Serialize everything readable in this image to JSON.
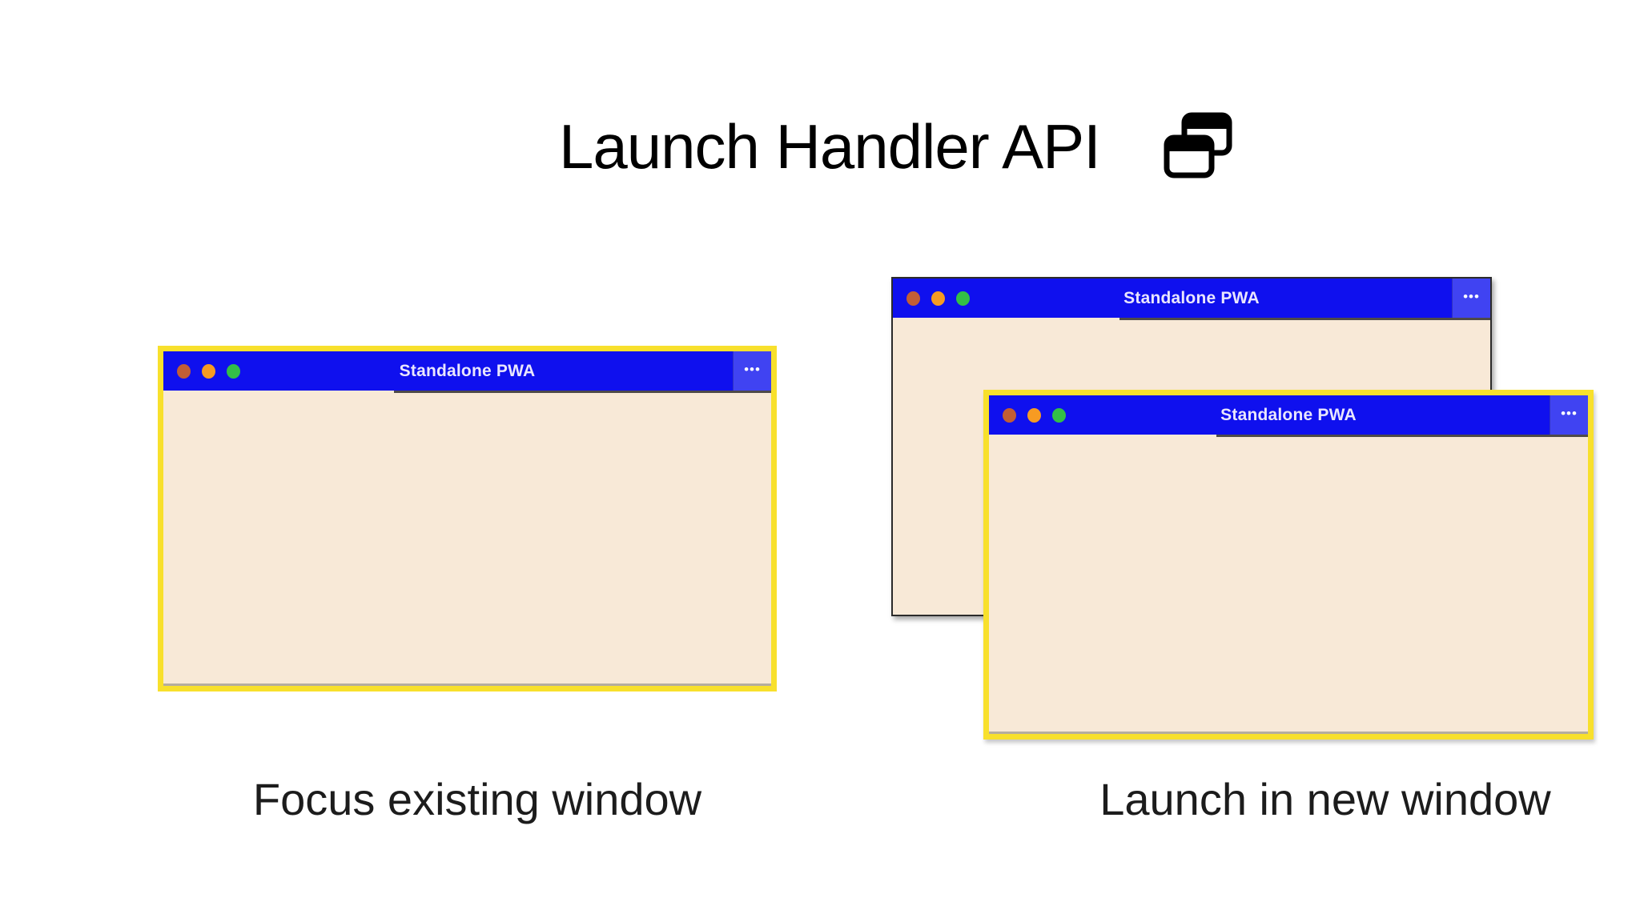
{
  "header": {
    "title": "Launch Handler API",
    "icon": "overlapping-windows-icon"
  },
  "windows": {
    "focus_existing": {
      "title": "Standalone PWA",
      "caption": "Focus existing window",
      "highlighted": true
    },
    "launch_new_back": {
      "title": "Standalone PWA",
      "highlighted": false
    },
    "launch_new_front": {
      "title": "Standalone PWA",
      "caption": "Launch in new window",
      "highlighted": true
    }
  },
  "menu_dots": "•••",
  "colors": {
    "titlebar_blue": "#0f10ee",
    "menu_blue": "#4043f2",
    "body_cream": "#f8e9d7",
    "highlight_yellow": "#f8e02c",
    "back_border": "#2b2b2b",
    "dot_red": "#c25e35",
    "dot_orange": "#f79b22",
    "dot_green": "#33bf47",
    "caption_black": "#1c1c1c",
    "bar_text": "#e9e6fd"
  }
}
